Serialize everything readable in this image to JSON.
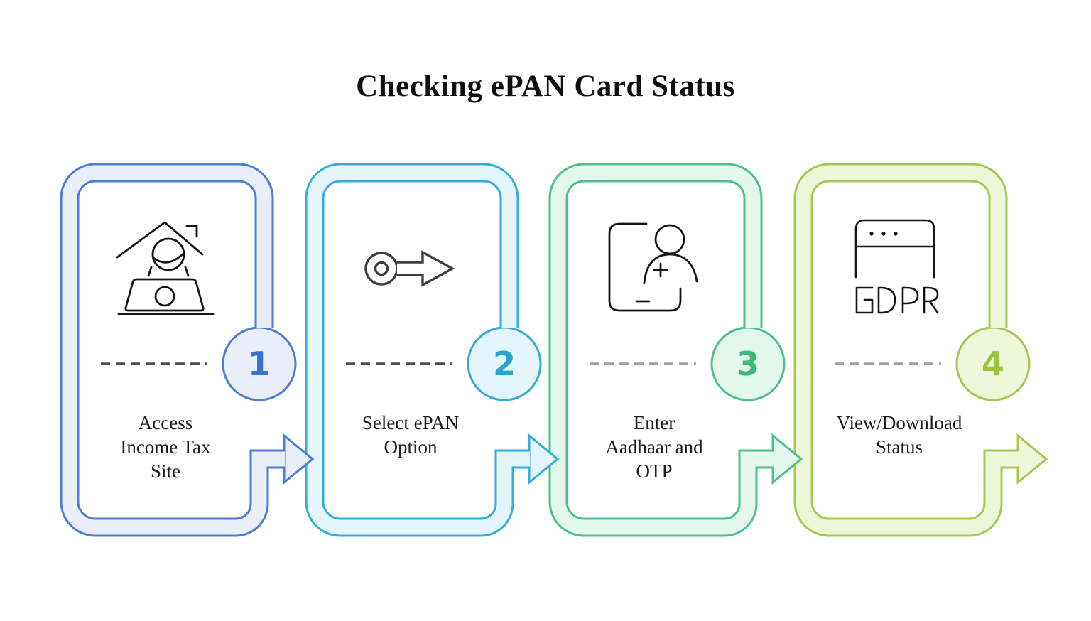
{
  "title": "Checking ePAN Card Status",
  "steps": [
    {
      "number": "1",
      "label": "Access\nIncome Tax\nSite",
      "icon": "home-laptop-icon",
      "colors": {
        "stroke": "#4b7ed2",
        "fill": "#e9eef9",
        "number": "#3b6fd0",
        "dash": "#4d4d4d"
      }
    },
    {
      "number": "2",
      "label": "Select ePAN\nOption",
      "icon": "key-arrow-icon",
      "colors": {
        "stroke": "#35acd8",
        "fill": "#e4f5fb",
        "number": "#2aa3d1",
        "dash": "#4d4d4d"
      }
    },
    {
      "number": "3",
      "label": "Enter\nAadhaar and\nOTP",
      "icon": "user-card-icon",
      "colors": {
        "stroke": "#4cc08a",
        "fill": "#e4f7ed",
        "number": "#3cb878",
        "dash": "#9e9e9e"
      }
    },
    {
      "number": "4",
      "label": "View/Download\nStatus",
      "icon": "gdpr-browser-icon",
      "colors": {
        "stroke": "#a5c853",
        "fill": "#eef7da",
        "number": "#9cc23e",
        "dash": "#9e9e9e"
      }
    }
  ]
}
